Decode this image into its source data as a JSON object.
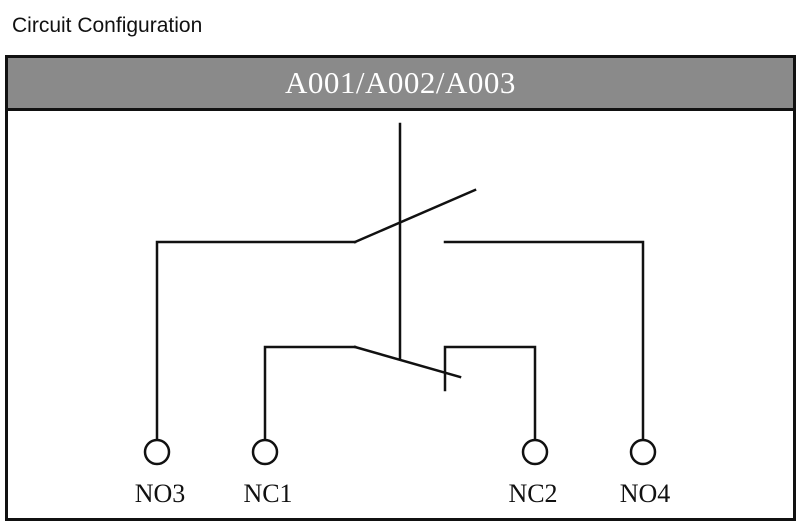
{
  "caption": "Circuit Configuration",
  "title": "A001/A002/A003",
  "terminals": {
    "no3": "NO3",
    "nc1": "NC1",
    "nc2": "NC2",
    "no4": "NO4"
  },
  "colors": {
    "line": "#111111",
    "title_bar": "#8a8a8a",
    "title_text": "#ffffff"
  }
}
